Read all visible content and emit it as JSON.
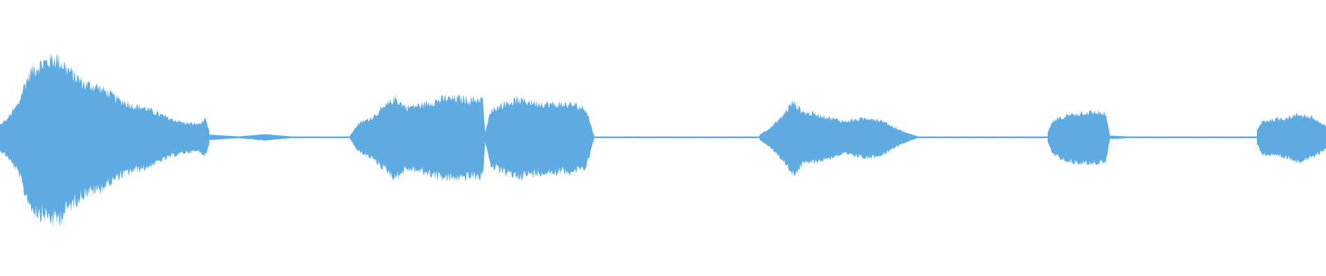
{
  "waveform": {
    "color": "#5DABE1",
    "background": "#FFFFFF",
    "amplitude_scale": 100,
    "segments": [
      {
        "name": "segment-1",
        "start": 0.0,
        "end": 0.158,
        "envelope": [
          [
            0.0,
            0.14
          ],
          [
            0.005,
            0.2
          ],
          [
            0.01,
            0.3
          ],
          [
            0.014,
            0.38
          ],
          [
            0.018,
            0.58
          ],
          [
            0.024,
            0.76
          ],
          [
            0.03,
            0.82
          ],
          [
            0.036,
            0.86
          ],
          [
            0.042,
            0.9
          ],
          [
            0.048,
            0.82
          ],
          [
            0.056,
            0.7
          ],
          [
            0.064,
            0.6
          ],
          [
            0.072,
            0.58
          ],
          [
            0.08,
            0.52
          ],
          [
            0.09,
            0.42
          ],
          [
            0.1,
            0.36
          ],
          [
            0.11,
            0.33
          ],
          [
            0.12,
            0.26
          ],
          [
            0.13,
            0.2
          ],
          [
            0.14,
            0.16
          ],
          [
            0.15,
            0.15
          ],
          [
            0.155,
            0.2
          ],
          [
            0.158,
            0.06
          ]
        ]
      },
      {
        "name": "quiet-1",
        "start": 0.158,
        "end": 0.264,
        "envelope": [
          [
            0.158,
            0.03
          ],
          [
            0.18,
            0.01
          ],
          [
            0.2,
            0.035
          ],
          [
            0.22,
            0.01
          ],
          [
            0.264,
            0.01
          ]
        ]
      },
      {
        "name": "segment-2",
        "start": 0.264,
        "end": 0.366,
        "envelope": [
          [
            0.264,
            0.02
          ],
          [
            0.27,
            0.15
          ],
          [
            0.28,
            0.22
          ],
          [
            0.29,
            0.34
          ],
          [
            0.298,
            0.44
          ],
          [
            0.306,
            0.34
          ],
          [
            0.316,
            0.36
          ],
          [
            0.326,
            0.4
          ],
          [
            0.336,
            0.44
          ],
          [
            0.346,
            0.44
          ],
          [
            0.356,
            0.42
          ],
          [
            0.364,
            0.44
          ],
          [
            0.366,
            0.05
          ]
        ]
      },
      {
        "name": "segment-3",
        "start": 0.366,
        "end": 0.448,
        "envelope": [
          [
            0.366,
            0.05
          ],
          [
            0.37,
            0.3
          ],
          [
            0.38,
            0.38
          ],
          [
            0.39,
            0.42
          ],
          [
            0.4,
            0.4
          ],
          [
            0.41,
            0.38
          ],
          [
            0.42,
            0.37
          ],
          [
            0.432,
            0.37
          ],
          [
            0.442,
            0.32
          ],
          [
            0.448,
            0.02
          ]
        ]
      },
      {
        "name": "quiet-2",
        "start": 0.448,
        "end": 0.573,
        "envelope": [
          [
            0.448,
            0.01
          ],
          [
            0.573,
            0.01
          ]
        ]
      },
      {
        "name": "segment-4",
        "start": 0.573,
        "end": 0.692,
        "envelope": [
          [
            0.573,
            0.03
          ],
          [
            0.582,
            0.12
          ],
          [
            0.59,
            0.24
          ],
          [
            0.598,
            0.4
          ],
          [
            0.606,
            0.28
          ],
          [
            0.616,
            0.26
          ],
          [
            0.626,
            0.22
          ],
          [
            0.636,
            0.18
          ],
          [
            0.646,
            0.2
          ],
          [
            0.656,
            0.22
          ],
          [
            0.666,
            0.18
          ],
          [
            0.676,
            0.1
          ],
          [
            0.684,
            0.05
          ],
          [
            0.692,
            0.01
          ]
        ]
      },
      {
        "name": "quiet-3",
        "start": 0.692,
        "end": 0.79,
        "envelope": [
          [
            0.692,
            0.01
          ],
          [
            0.79,
            0.01
          ]
        ]
      },
      {
        "name": "segment-5",
        "start": 0.79,
        "end": 0.837,
        "envelope": [
          [
            0.79,
            0.05
          ],
          [
            0.794,
            0.18
          ],
          [
            0.8,
            0.22
          ],
          [
            0.808,
            0.26
          ],
          [
            0.818,
            0.28
          ],
          [
            0.828,
            0.28
          ],
          [
            0.834,
            0.26
          ],
          [
            0.837,
            0.02
          ]
        ]
      },
      {
        "name": "quiet-4",
        "start": 0.837,
        "end": 0.948,
        "envelope": [
          [
            0.837,
            0.02
          ],
          [
            0.85,
            0.01
          ],
          [
            0.948,
            0.01
          ]
        ]
      },
      {
        "name": "segment-6",
        "start": 0.948,
        "end": 1.0,
        "envelope": [
          [
            0.948,
            0.08
          ],
          [
            0.952,
            0.18
          ],
          [
            0.96,
            0.2
          ],
          [
            0.97,
            0.22
          ],
          [
            0.98,
            0.26
          ],
          [
            0.99,
            0.22
          ],
          [
            1.0,
            0.12
          ]
        ]
      }
    ]
  }
}
